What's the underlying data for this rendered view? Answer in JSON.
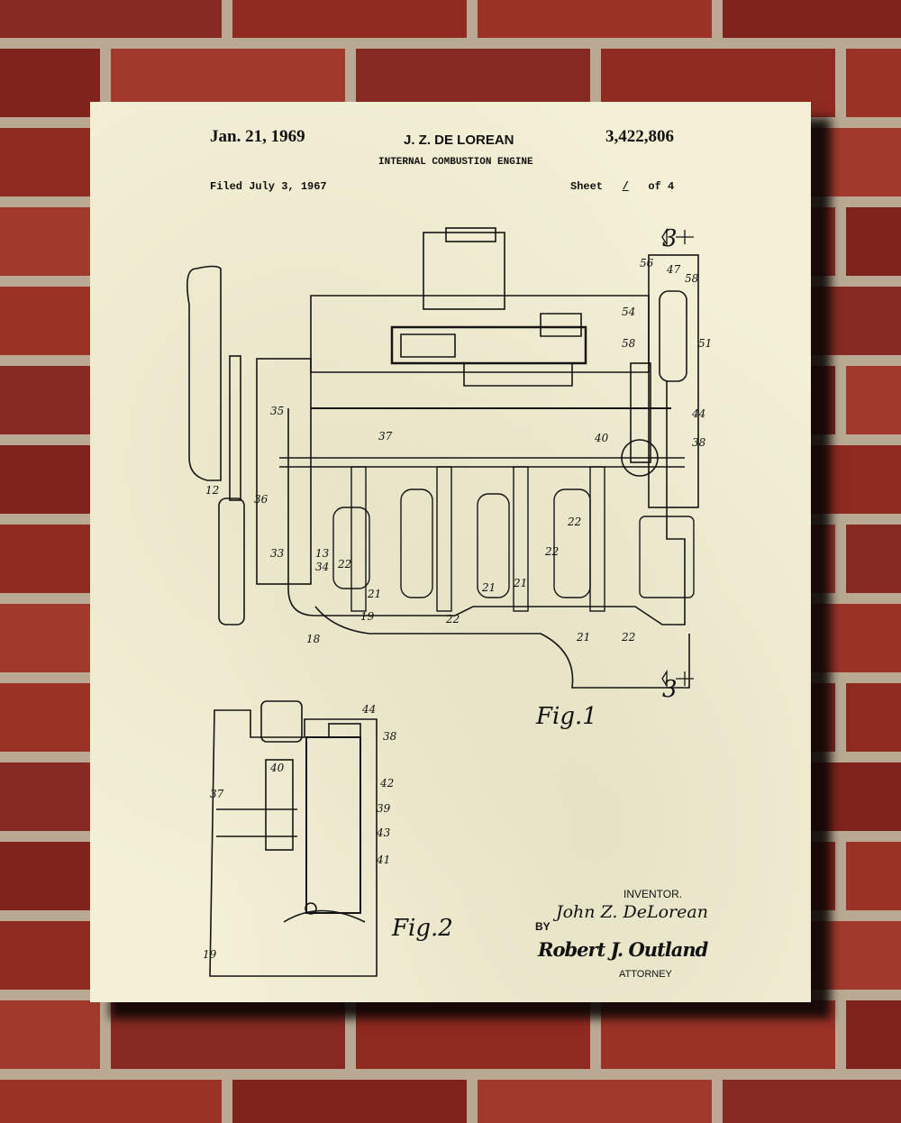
{
  "patent": {
    "date": "Jan. 21, 1969",
    "inventor_header": "J. Z. DE LOREAN",
    "number": "3,422,806",
    "title": "INTERNAL COMBUSTION ENGINE",
    "filed": "Filed July 3, 1967",
    "sheet_label": "Sheet",
    "sheet_number": "/",
    "sheet_of": "of 4"
  },
  "figures": {
    "fig1": "Fig.1",
    "fig2": "Fig.2",
    "section_marker": "3"
  },
  "fig1_labels": [
    "56",
    "47",
    "58",
    "54",
    "58",
    "51",
    "44",
    "38",
    "40",
    "37",
    "35",
    "36",
    "12",
    "33",
    "13",
    "34",
    "22",
    "21",
    "19",
    "18",
    "22",
    "21",
    "22",
    "21",
    "22",
    "21",
    "22"
  ],
  "fig2_labels": [
    "44",
    "38",
    "40",
    "42",
    "39",
    "37",
    "43",
    "41",
    "19"
  ],
  "signature": {
    "inventor_label": "INVENTOR.",
    "inventor_name": "John Z. DeLorean",
    "by": "BY",
    "attorney_name": "Robert J. Outland",
    "attorney_label": "ATTORNEY"
  },
  "colors": {
    "paper": "#f3f0d6",
    "ink": "#111111",
    "brick": "#8f2a20",
    "mortar": "#c4b59d"
  }
}
